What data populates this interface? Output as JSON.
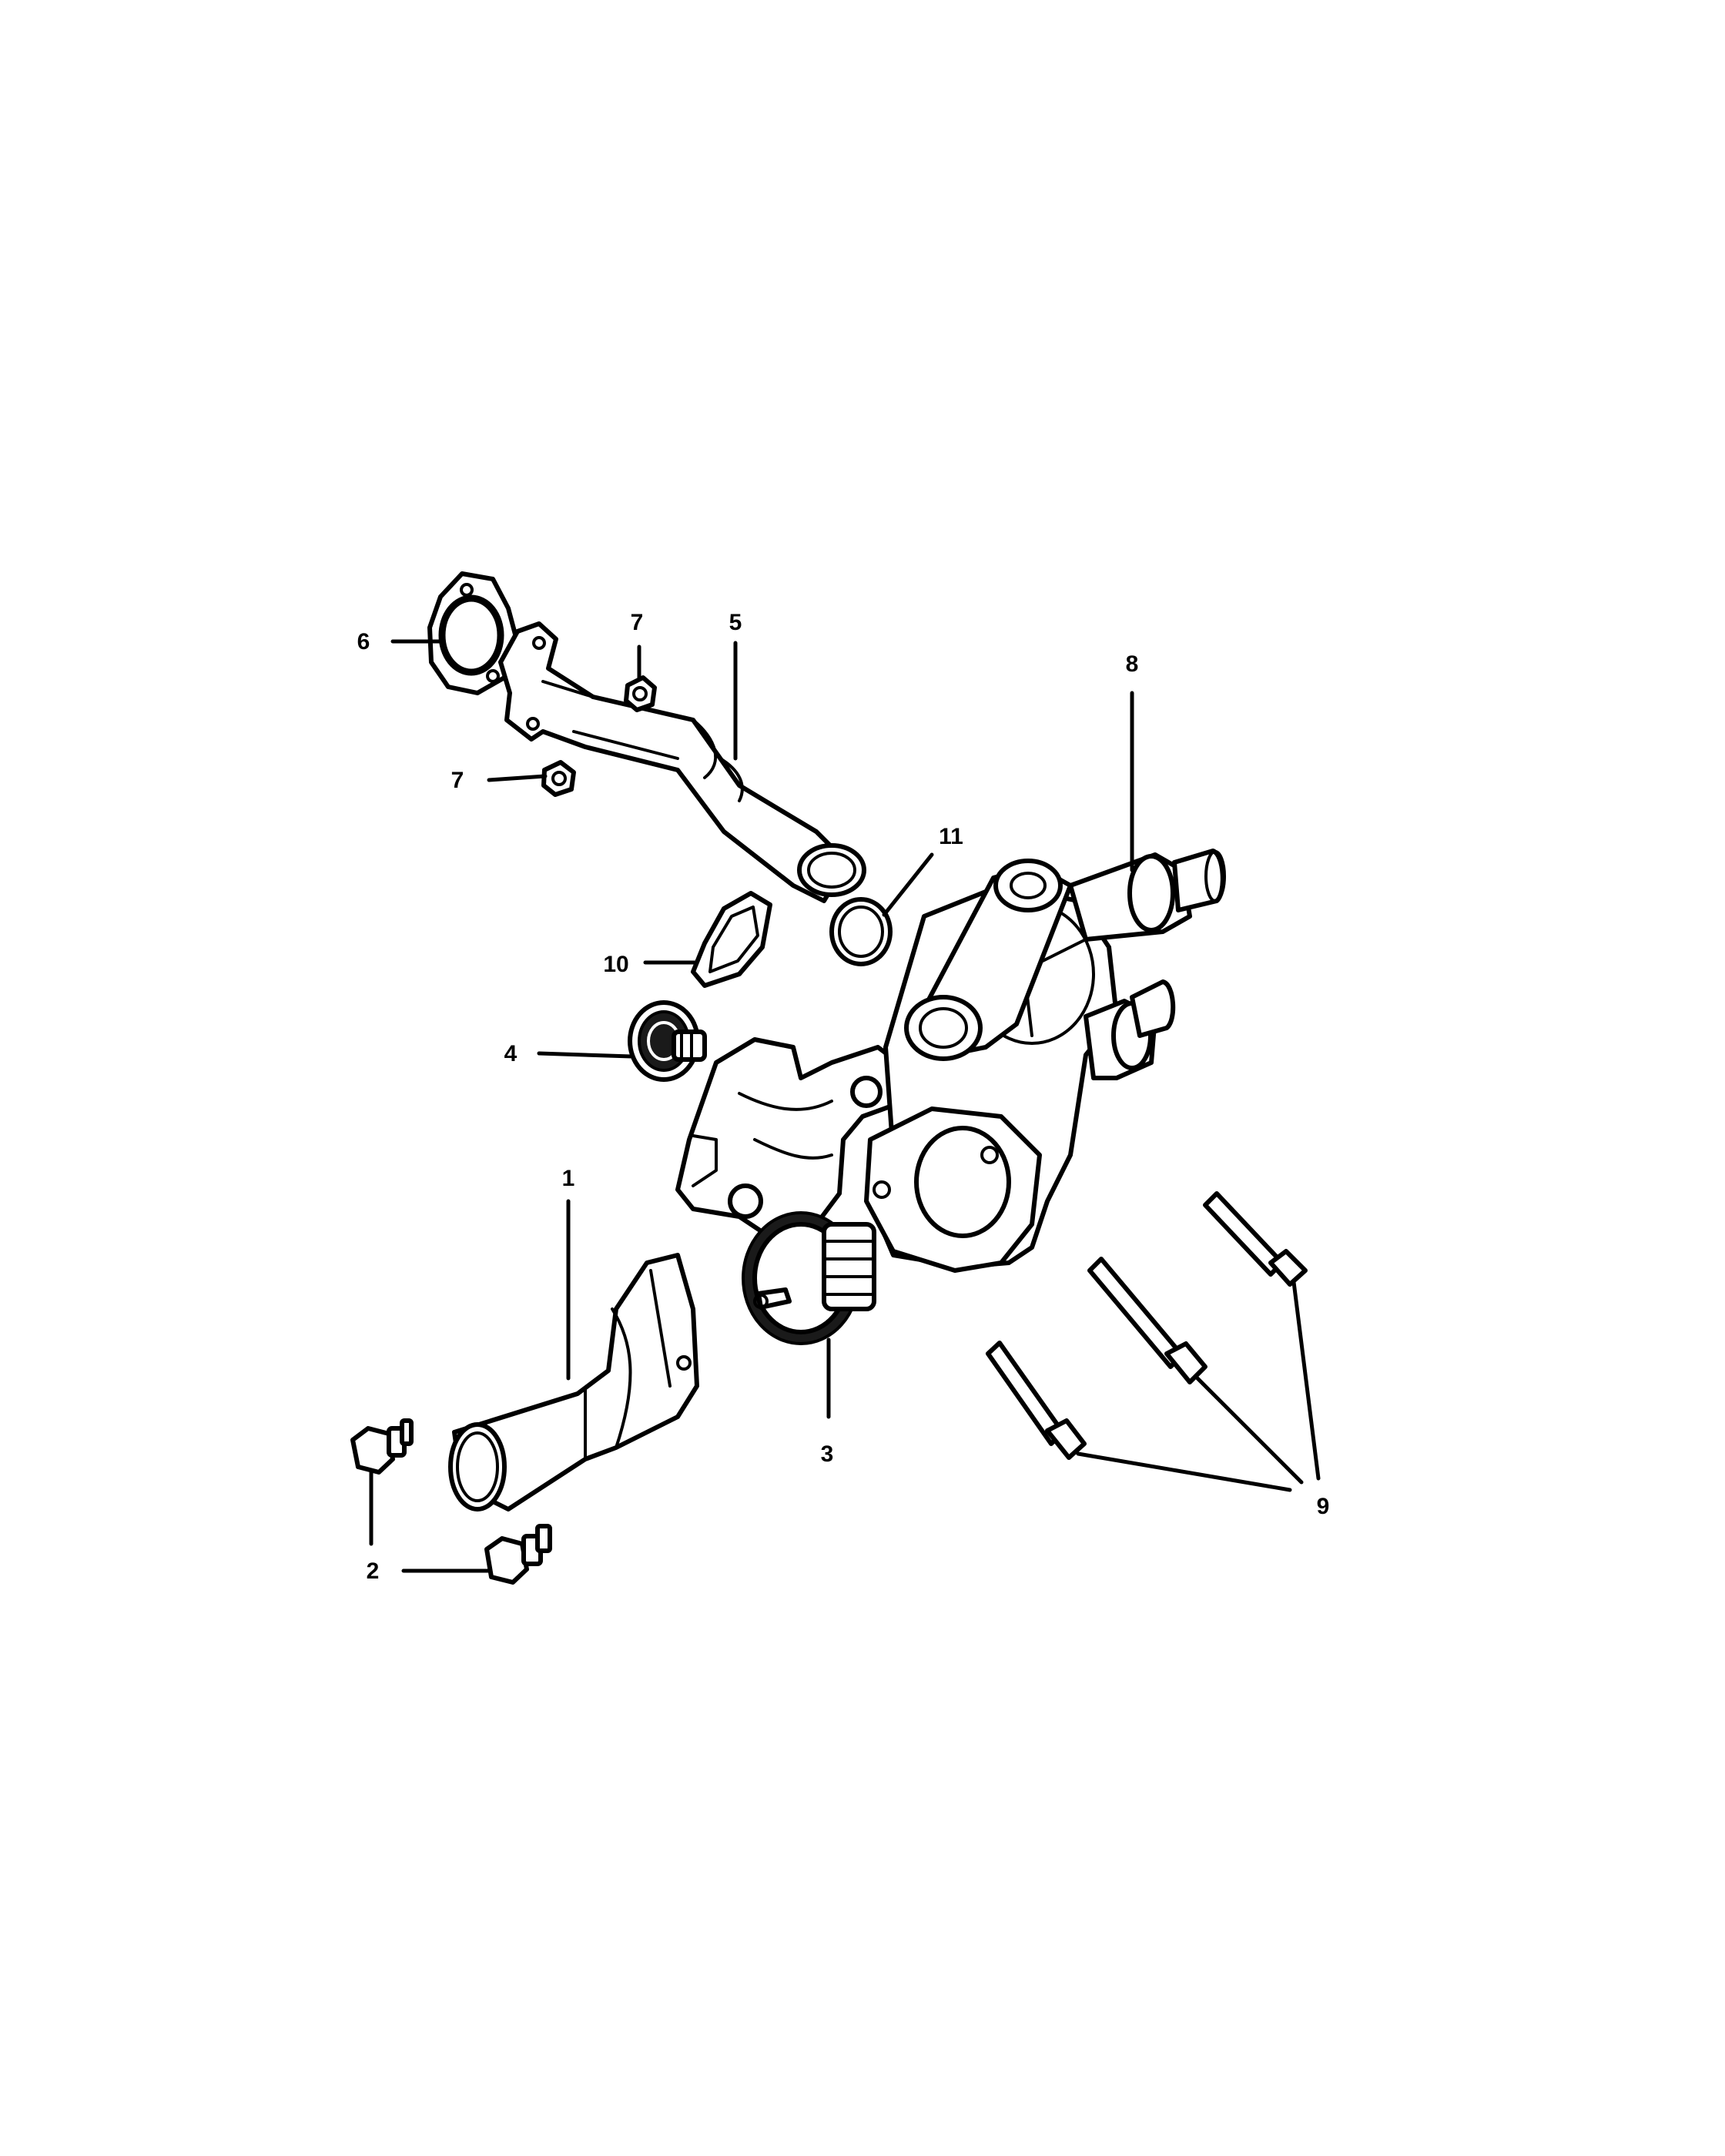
{
  "callouts": {
    "c1": "1",
    "c2": "2",
    "c3": "3",
    "c4": "4",
    "c5": "5",
    "c6": "6",
    "c7a": "7",
    "c7b": "7",
    "c8": "8",
    "c9": "9",
    "c10": "10",
    "c11": "11"
  },
  "colors": {
    "line": "#000000",
    "background": "#ffffff"
  }
}
